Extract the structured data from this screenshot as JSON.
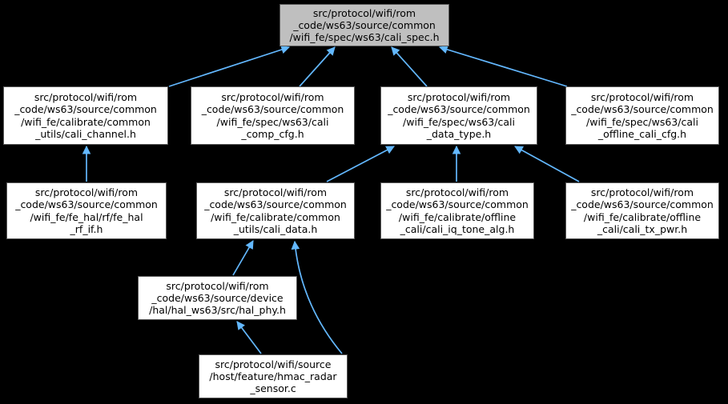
{
  "diagram": {
    "type": "include-dependency-graph",
    "colors": {
      "edge": "#63b8ff",
      "node_fill": "#ffffff",
      "node_border": "#595959",
      "highlight_fill": "#bfbfbf",
      "text": "#000000",
      "background": "#000000"
    },
    "nodes": {
      "cali_spec": {
        "label": "src/protocol/wifi/rom\n_code/ws63/source/common\n/wifi_fe/spec/ws63/cali_spec.h",
        "highlighted": true
      },
      "cali_channel": {
        "label": "src/protocol/wifi/rom\n_code/ws63/source/common\n/wifi_fe/calibrate/common\n_utils/cali_channel.h",
        "highlighted": false
      },
      "cali_comp_cfg": {
        "label": "src/protocol/wifi/rom\n_code/ws63/source/common\n/wifi_fe/spec/ws63/cali\n_comp_cfg.h",
        "highlighted": false
      },
      "cali_data_type": {
        "label": "src/protocol/wifi/rom\n_code/ws63/source/common\n/wifi_fe/spec/ws63/cali\n_data_type.h",
        "highlighted": false
      },
      "cali_offline_cali_cfg": {
        "label": "src/protocol/wifi/rom\n_code/ws63/source/common\n/wifi_fe/spec/ws63/cali\n_offline_cali_cfg.h",
        "highlighted": false
      },
      "fe_hal_rf_if": {
        "label": "src/protocol/wifi/rom\n_code/ws63/source/common\n/wifi_fe/fe_hal/rf/fe_hal\n_rf_if.h",
        "highlighted": false
      },
      "cali_data": {
        "label": "src/protocol/wifi/rom\n_code/ws63/source/common\n/wifi_fe/calibrate/common\n_utils/cali_data.h",
        "highlighted": false
      },
      "cali_iq_tone_alg": {
        "label": "src/protocol/wifi/rom\n_code/ws63/source/common\n/wifi_fe/calibrate/offline\n_cali/cali_iq_tone_alg.h",
        "highlighted": false
      },
      "cali_tx_pwr": {
        "label": "src/protocol/wifi/rom\n_code/ws63/source/common\n/wifi_fe/calibrate/offline\n_cali/cali_tx_pwr.h",
        "highlighted": false
      },
      "hal_phy": {
        "label": "src/protocol/wifi/rom\n_code/ws63/source/device\n/hal/hal_ws63/src/hal_phy.h",
        "highlighted": false
      },
      "hmac_radar_sensor": {
        "label": "src/protocol/wifi/source\n/host/feature/hmac_radar\n_sensor.c",
        "highlighted": false
      }
    },
    "edges": [
      {
        "from": "cali_channel",
        "to": "cali_spec"
      },
      {
        "from": "cali_comp_cfg",
        "to": "cali_spec"
      },
      {
        "from": "cali_data_type",
        "to": "cali_spec"
      },
      {
        "from": "cali_offline_cali_cfg",
        "to": "cali_spec"
      },
      {
        "from": "fe_hal_rf_if",
        "to": "cali_channel"
      },
      {
        "from": "cali_data",
        "to": "cali_data_type"
      },
      {
        "from": "cali_iq_tone_alg",
        "to": "cali_data_type"
      },
      {
        "from": "cali_tx_pwr",
        "to": "cali_data_type"
      },
      {
        "from": "hal_phy",
        "to": "cali_data"
      },
      {
        "from": "hmac_radar_sensor",
        "to": "cali_data"
      },
      {
        "from": "hmac_radar_sensor",
        "to": "hal_phy"
      }
    ]
  }
}
